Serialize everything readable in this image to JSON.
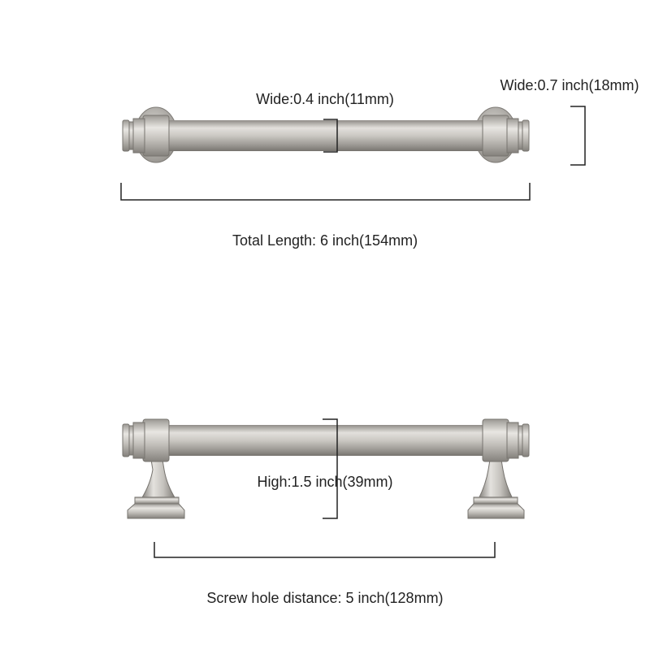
{
  "labels": {
    "rod_width": "Wide:0.4 inch(11mm)",
    "end_width": "Wide:0.7 inch(18mm)",
    "total_length": "Total Length: 6 inch(154mm)",
    "height": "High:1.5 inch(39mm)",
    "screw_distance": "Screw hole distance: 5 inch(128mm)"
  },
  "colors": {
    "metal": "#c9c6c1",
    "line": "#222222"
  }
}
